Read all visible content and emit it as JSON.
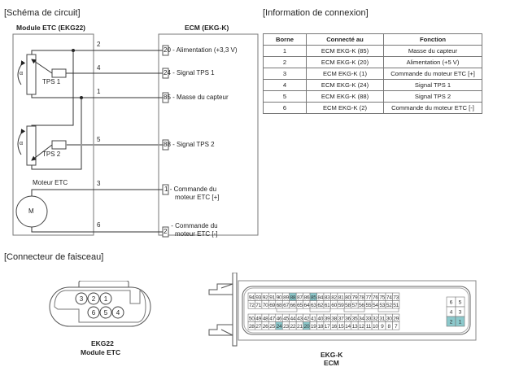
{
  "sections": {
    "circuit": "[Schéma de circuit]",
    "connection_info": "[Information de connexion]",
    "harness": "[Connecteur de faisceau]"
  },
  "circuit": {
    "left_module": "Module ETC (EKG22)",
    "right_module": "ECM (EKG-K)",
    "tps1": "TPS 1",
    "tps2": "TPS 2",
    "alpha": "α",
    "motor_label": "Moteur ETC",
    "motor_symbol": "M",
    "wires": [
      {
        "pin": "2",
        "ecm_pin": "20",
        "desc": "- Alimentation (+3,3 V)"
      },
      {
        "pin": "4",
        "ecm_pin": "24",
        "desc": "- Signal TPS 1"
      },
      {
        "pin": "1",
        "ecm_pin": "85",
        "desc": "- Masse du capteur"
      },
      {
        "pin": "5",
        "ecm_pin": "88",
        "desc": "- Signal TPS 2"
      },
      {
        "pin": "3",
        "ecm_pin": "1",
        "desc": "- Commande du",
        "desc2": "moteur ETC [+]"
      },
      {
        "pin": "6",
        "ecm_pin": "2",
        "desc": "- Commande du",
        "desc2": "moteur ETC [-]"
      }
    ]
  },
  "table": {
    "headers": [
      "Borne",
      "Connecté au",
      "Fonction"
    ],
    "rows": [
      [
        "1",
        "ECM EKG-K (85)",
        "Masse du capteur"
      ],
      [
        "2",
        "ECM EKG-K (20)",
        "Alimentation (+5 V)"
      ],
      [
        "3",
        "ECM EKG-K (1)",
        "Commande du moteur ETC [+]"
      ],
      [
        "4",
        "ECM EKG-K (24)",
        "Signal TPS 1"
      ],
      [
        "5",
        "ECM EKG-K (88)",
        "Signal TPS 2"
      ],
      [
        "6",
        "ECM EKG-K (2)",
        "Commande du moteur ETC [-]"
      ]
    ]
  },
  "harness": {
    "ekg22": {
      "pins_top": [
        "3",
        "2",
        "1"
      ],
      "pins_bottom": [
        "6",
        "5",
        "4"
      ],
      "name": "EKG22",
      "desc": "Module ETC"
    },
    "ecm": {
      "name": "EKG-K",
      "desc": "ECM",
      "row1": [
        "94",
        "93",
        "92",
        "91",
        "90",
        "89",
        "88",
        "87",
        "86",
        "85",
        "84",
        "83",
        "82",
        "81",
        "80",
        "79",
        "78",
        "77",
        "76",
        "75",
        "74",
        "73"
      ],
      "row2": [
        "72",
        "71",
        "70",
        "69",
        "68",
        "67",
        "66",
        "65",
        "64",
        "63",
        "62",
        "61",
        "60",
        "59",
        "58",
        "57",
        "56",
        "55",
        "54",
        "53",
        "52",
        "51"
      ],
      "row3": [
        "50",
        "49",
        "48",
        "47",
        "46",
        "45",
        "44",
        "43",
        "42",
        "41",
        "40",
        "39",
        "38",
        "37",
        "36",
        "35",
        "34",
        "33",
        "32",
        "31",
        "30",
        "29"
      ],
      "row4": [
        "28",
        "27",
        "26",
        "25",
        "24",
        "23",
        "22",
        "21",
        "20",
        "19",
        "18",
        "17",
        "16",
        "15",
        "14",
        "13",
        "12",
        "11",
        "10",
        "9",
        "8",
        "7"
      ],
      "power_pins": [
        [
          "6",
          "5"
        ],
        [
          "4",
          "3"
        ],
        [
          "2",
          "1"
        ]
      ],
      "highlighted": [
        "88",
        "85",
        "24",
        "20",
        "2",
        "1"
      ],
      "highlight_color": "#8cc9cc"
    }
  }
}
